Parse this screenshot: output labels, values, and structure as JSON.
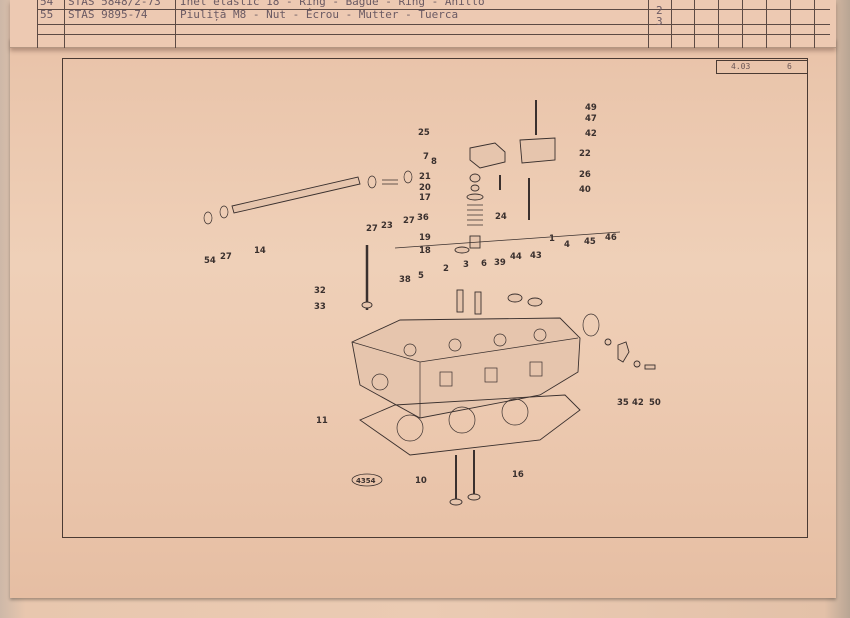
{
  "parts_table": {
    "rows": [
      {
        "pos": "54",
        "standard": "STAS 5848/2-73",
        "description": "Inel elastic 18 - Ring - Bague - Ring - Anillo",
        "qty": "2"
      },
      {
        "pos": "55",
        "standard": "STAS 9895-74",
        "description": "Piuliță M8 - Nut - Écrou - Mutter - Tuerca",
        "qty": "3"
      }
    ]
  },
  "page_ref": {
    "section": "4.03",
    "page": "6"
  },
  "figure_number": "4354",
  "callouts": [
    "49",
    "47",
    "42",
    "25",
    "7",
    "8",
    "22",
    "21",
    "26",
    "20",
    "40",
    "17",
    "24",
    "36",
    "27",
    "23",
    "27",
    "14",
    "54",
    "27",
    "19",
    "18",
    "1",
    "4",
    "45",
    "46",
    "2",
    "3",
    "6",
    "39",
    "44",
    "43",
    "38",
    "5",
    "32",
    "33",
    "35",
    "42",
    "50",
    "11",
    "16",
    "10"
  ]
}
